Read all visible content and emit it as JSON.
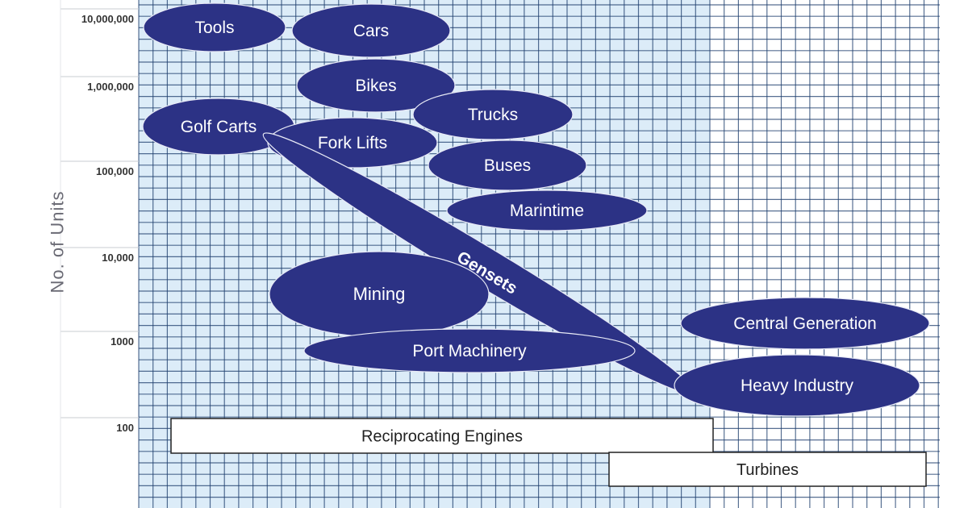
{
  "chart_data": {
    "type": "other",
    "title": "",
    "ylabel": "No. of Units",
    "xlabel": "",
    "y_scale": "log",
    "y_ticks": [
      "10,000,000",
      "1,000,000",
      "100,000",
      "10,000",
      "1000",
      "100"
    ],
    "x_ticks_cropped": true,
    "grid": true,
    "shaded_region": "left portion, light blue",
    "colors": {
      "bubble": "#2c3285",
      "grid_line": "#1f3f6e",
      "shade": "#dcecf8",
      "band_border": "#222222",
      "text_on_bubble": "#ffffff"
    },
    "bubbles": [
      {
        "label": "Tools"
      },
      {
        "label": "Cars"
      },
      {
        "label": "Bikes"
      },
      {
        "label": "Golf Carts"
      },
      {
        "label": "Trucks"
      },
      {
        "label": "Fork Lifts"
      },
      {
        "label": "Buses"
      },
      {
        "label": "Marintime"
      },
      {
        "label": "Gensets"
      },
      {
        "label": "Mining"
      },
      {
        "label": "Port Machinery"
      },
      {
        "label": "Central Generation"
      },
      {
        "label": "Heavy Industry"
      }
    ],
    "bands": [
      {
        "label": "Reciprocating Engines"
      },
      {
        "label": "Turbines"
      }
    ]
  }
}
